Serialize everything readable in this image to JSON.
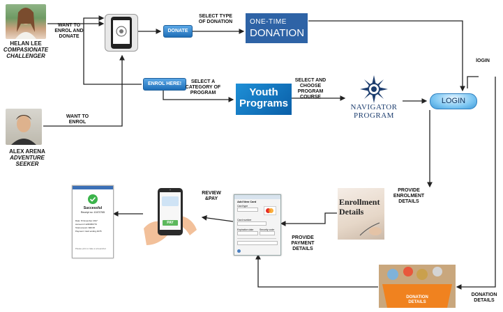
{
  "people": {
    "helan": {
      "name": "HELAN LEE",
      "role1": "COMPASIONATE",
      "role2": "CHALLENGER"
    },
    "alex": {
      "name": "ALEX ARENA",
      "role": "ADVENTURE SEEKER"
    }
  },
  "labels": {
    "want_enrol_donate": [
      "WANT TO",
      "ENROL AND",
      "DONATE"
    ],
    "want_enrol": [
      "WANT TO",
      "ENROL"
    ],
    "select_type_donation": [
      "SELECT TYPE",
      "OF DONATION"
    ],
    "select_category": [
      "SELECT A",
      "CATEGORY OF",
      "PROGRAM"
    ],
    "select_choose_course": [
      "SELECT AND",
      "CHOOSE",
      "PROGRAM",
      "COURSE"
    ],
    "login_side": "lOGIN",
    "provide_enrolment": [
      "PROVIDE",
      "ENROLMENT",
      "DETAILS"
    ],
    "provide_payment": [
      "PROVIDE",
      "PAYMENT",
      "DETAILS"
    ],
    "review_pay": [
      "REVIEW",
      "&PAY"
    ],
    "donation_details": [
      "DONATION",
      "DETAILS"
    ]
  },
  "buttons": {
    "donate": "DONATE",
    "enrol_here": "ENROL HERE!",
    "login": "LOGIN"
  },
  "cards": {
    "onetime": {
      "line1": "ONE-TIME",
      "line2": "DONATION"
    },
    "youth": {
      "line1": "Youth",
      "line2": "Programs"
    },
    "navigator": {
      "line1": "NAVIGATOR",
      "line2": "PROGRAM"
    },
    "enrollment": {
      "line1": "Enrollment",
      "line2": "Details"
    },
    "donation_box": {
      "line1": "DONATION",
      "line2": "DETAILS"
    }
  },
  "payment_form": {
    "title": "Add New Card",
    "rows": [
      "Card type",
      "Card number",
      "Expiration date",
      "Security code"
    ]
  },
  "receipt": {
    "status": "Successful",
    "subtitle": "Receipt no: 10470765",
    "lines": [
      "Date: 8 November 2017",
      "Account # 4235356776",
      "Total amount: $39.95",
      "Payment: Card ending 4078"
    ],
    "footer": "Please print or take a screenshot"
  },
  "pay_phone": {
    "pay_label": "PAY"
  },
  "colors": {
    "accent_blue": "#2e63a6",
    "navy": "#1c3d6e",
    "arrow": "#222222"
  }
}
